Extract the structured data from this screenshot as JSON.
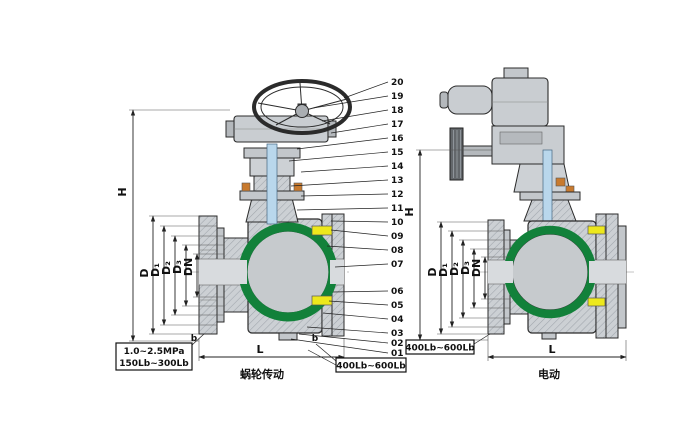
{
  "parts": [
    "20",
    "19",
    "18",
    "17",
    "16",
    "15",
    "14",
    "13",
    "12",
    "11",
    "10",
    "09",
    "08",
    "07",
    "06",
    "05",
    "04",
    "03",
    "02",
    "01"
  ],
  "dims": {
    "H": "H",
    "L": "L",
    "D": "D",
    "D1": "D₁",
    "D2": "D₂",
    "D3": "D₃",
    "DN": "DN",
    "b": "b"
  },
  "left_view": {
    "caption": "蜗轮传动",
    "pressure_line1": "1.0~2.5MPa",
    "pressure_line2": "150Lb~300Lb",
    "class_label": "400Lb~600Lb"
  },
  "right_view": {
    "caption": "电动",
    "class_label": "400Lb~600Lb"
  },
  "colors": {
    "seat_green": "#12813a",
    "seal_yellow": "#ede81c",
    "stem_blue": "#b9d7ec",
    "bushing_orange": "#c87a2e"
  }
}
